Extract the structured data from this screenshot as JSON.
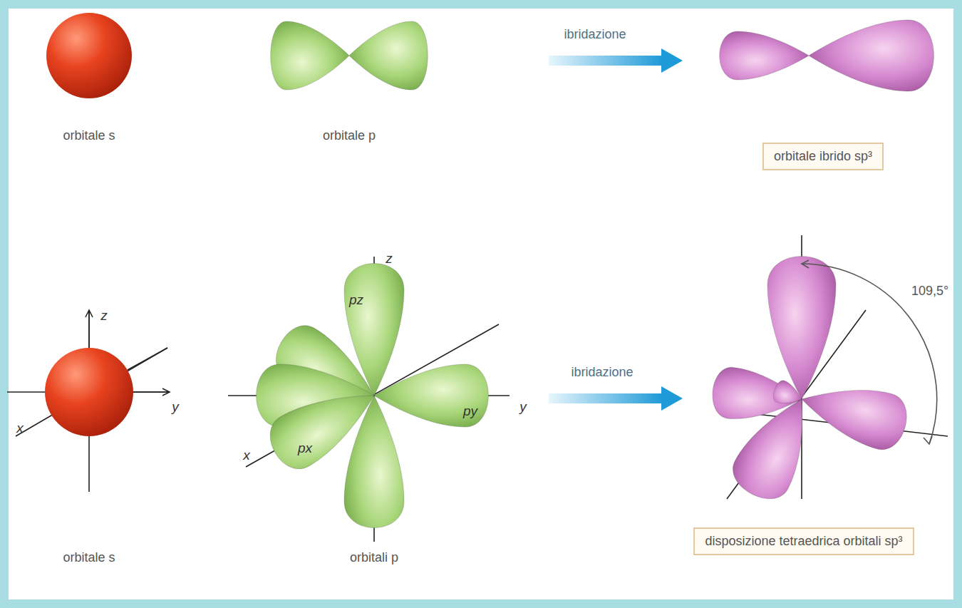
{
  "diagram": {
    "nodes": [
      {
        "text": [
          "orbitale ibrido sp³"
        ]
      },
      {
        "text": [
          "disposizione tetraedrica orbitali sp³"
        ]
      }
    ],
    "labels": [
      "orbitale s",
      "orbitale p",
      "ibridazione",
      "z",
      "z",
      "pz",
      "ibridazione",
      "109,5°",
      "x",
      "y",
      "py",
      "y",
      "px",
      "x",
      "orbitale s",
      "orbitali p"
    ]
  }
}
